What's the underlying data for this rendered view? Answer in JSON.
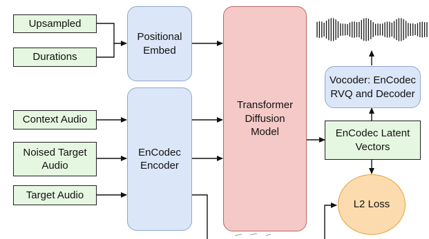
{
  "nodes": {
    "upsampled": "Upsampled",
    "durations": "Durations",
    "context_audio": "Context Audio",
    "noised_target_audio": "Noised Target\nAudio",
    "target_audio": "Target Audio",
    "positional_embed": "Positional\nEmbed",
    "encodec_encoder": "EnCodec\nEncoder",
    "transformer_diffusion_model": "Transformer\nDiffusion\nModel",
    "vocoder": "Vocoder: EnCodec\nRVQ and Decoder",
    "encodec_latent_vectors": "EnCodec Latent\nVectors",
    "l2_loss": "L2 Loss"
  },
  "colors": {
    "input_fill": "#e6f7e1",
    "encoder_fill": "#dbe6f8",
    "model_fill": "#f4c9c7",
    "loss_fill": "#fcdcae",
    "arrow": "#111111"
  },
  "icons": {
    "waveform": "audio-waveform-icon"
  }
}
